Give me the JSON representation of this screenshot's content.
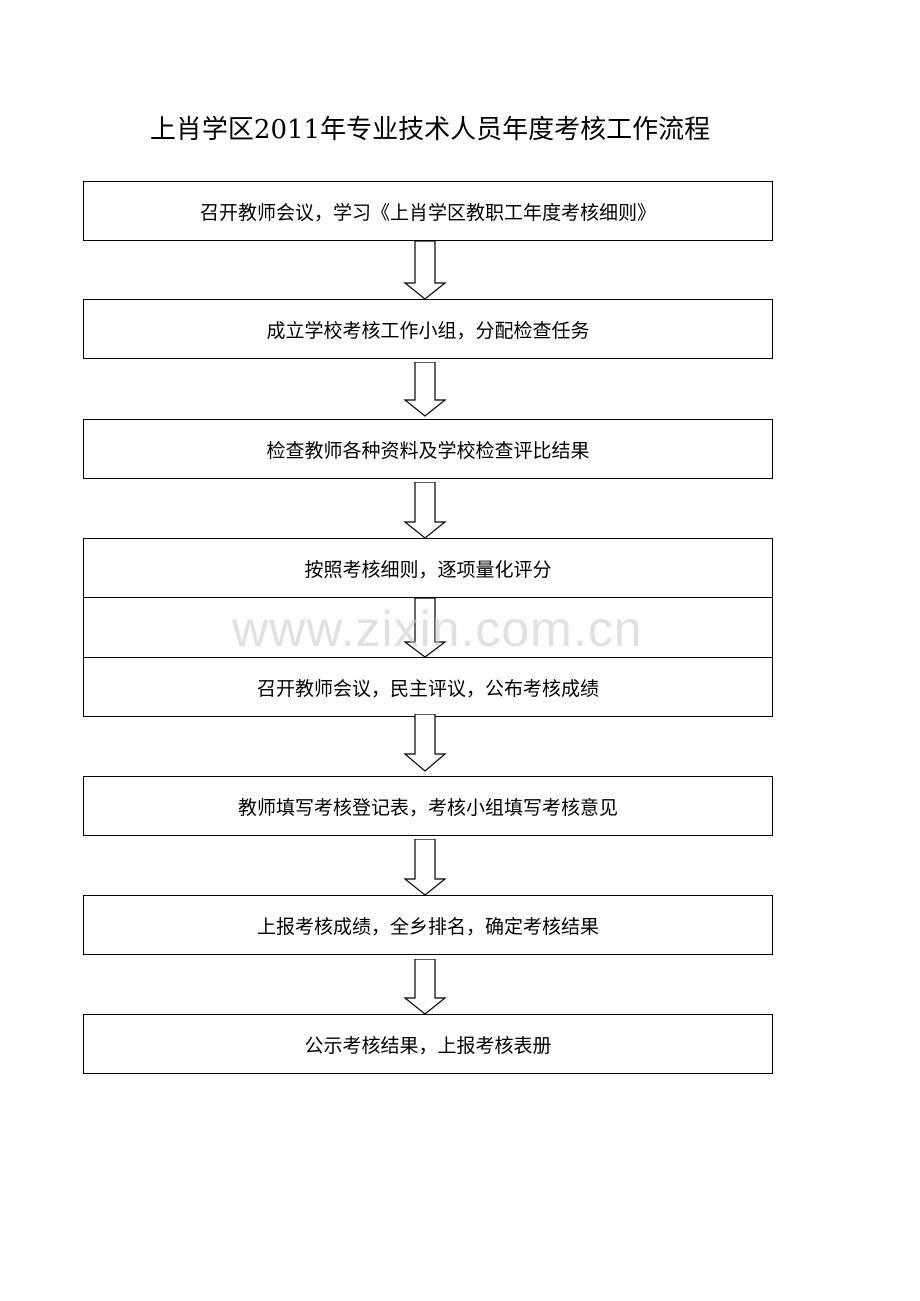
{
  "title": "上肖学区2011年专业技术人员年度考核工作流程",
  "steps": [
    "召开教师会议，学习《上肖学区教职工年度考核细则》",
    "成立学校考核工作小组，分配检查任务",
    "检查教师各种资料及学校检查评比结果",
    "按照考核细则，逐项量化评分",
    "",
    "召开教师会议，民主评议，公布考核成绩",
    "教师填写考核登记表，考核小组填写考核意见",
    "上报考核成绩，全乡排名，确定考核结果",
    "公示考核结果，上报考核表册"
  ],
  "watermark": "www.zixin.com.cn"
}
